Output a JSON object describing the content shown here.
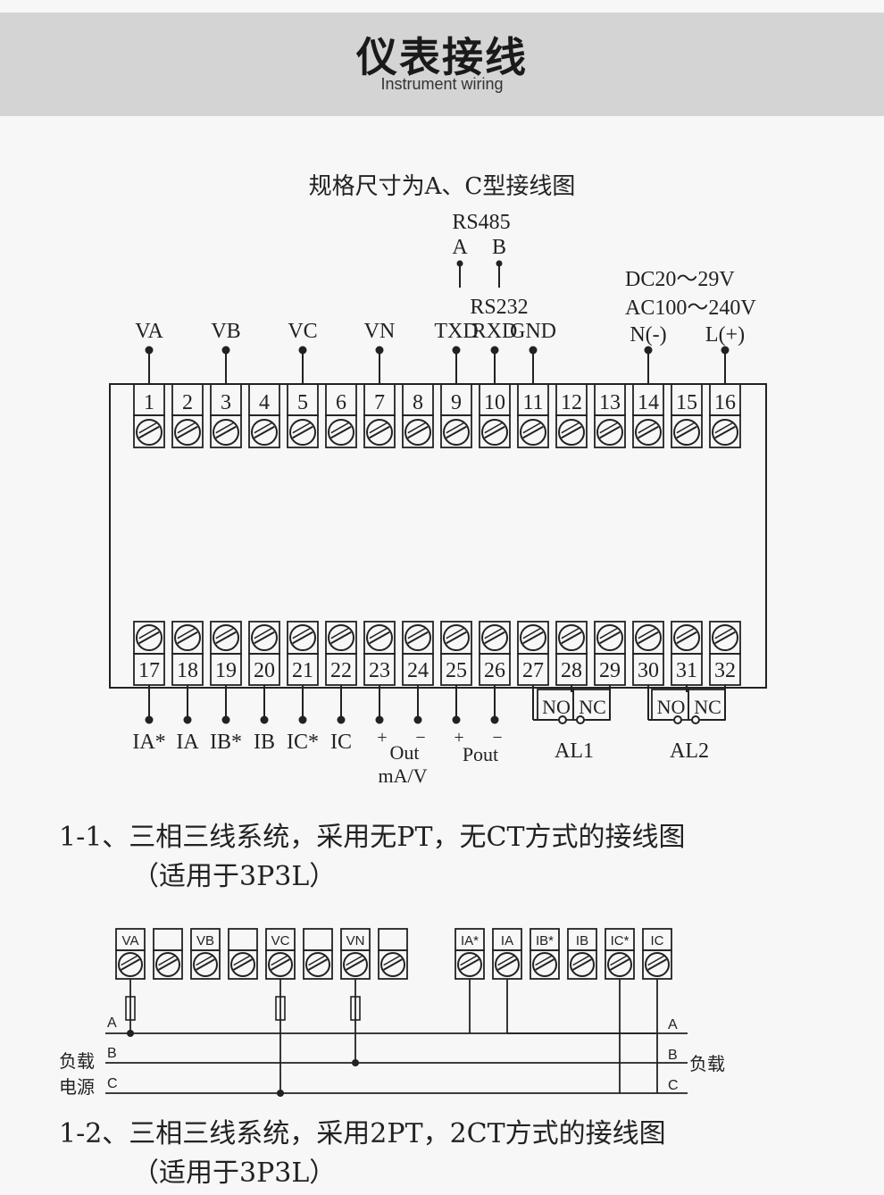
{
  "header": {
    "title": "仪表接线",
    "subtitle": "Instrument wiring"
  },
  "diagram1": {
    "title": "规格尺寸为A、C型接线图",
    "rs485": {
      "label": "RS485",
      "a": "A",
      "b": "B"
    },
    "rs232": {
      "label": "RS232"
    },
    "power": {
      "dc": "DC20～29V",
      "ac": "AC100～240V",
      "n": "N(-)",
      "l": "L(+)"
    },
    "top_terminals": [
      "1",
      "2",
      "3",
      "4",
      "5",
      "6",
      "7",
      "8",
      "9",
      "10",
      "11",
      "12",
      "13",
      "14",
      "15",
      "16"
    ],
    "bottom_terminals": [
      "17",
      "18",
      "19",
      "20",
      "21",
      "22",
      "23",
      "24",
      "25",
      "26",
      "27",
      "28",
      "29",
      "30",
      "31",
      "32"
    ],
    "top_labels": [
      "VA",
      "VB",
      "VC",
      "VN",
      "TXD",
      "RXD",
      "GND"
    ],
    "bottom_labels": [
      "IA*",
      "IA",
      "IB*",
      "IB",
      "IC*",
      "IC"
    ],
    "out": {
      "plus": "+",
      "minus": "−",
      "label": "Out",
      "unit": "mA/V"
    },
    "pout": {
      "plus": "+",
      "minus": "−",
      "label": "Pout"
    },
    "relays": {
      "no": "NO",
      "nc": "NC",
      "al1": "AL1",
      "al2": "AL2"
    }
  },
  "caption1": {
    "line1": "1-1、三相三线系统，采用无PT，无CT方式的接线图",
    "line2": "（适用于3P3L）"
  },
  "diagram2": {
    "volt_labels": [
      "VA",
      "",
      "VB",
      "",
      "VC",
      "",
      "VN",
      ""
    ],
    "curr_labels": [
      "IA*",
      "IA",
      "IB*",
      "IB",
      "IC*",
      "IC"
    ],
    "phases": [
      "A",
      "B",
      "C"
    ],
    "load_left": [
      "负载",
      "电源"
    ],
    "load_right": "负载"
  },
  "caption2": {
    "line1": "1-2、三相三线系统，采用2PT，2CT方式的接线图",
    "line2": "（适用于3P3L）"
  }
}
